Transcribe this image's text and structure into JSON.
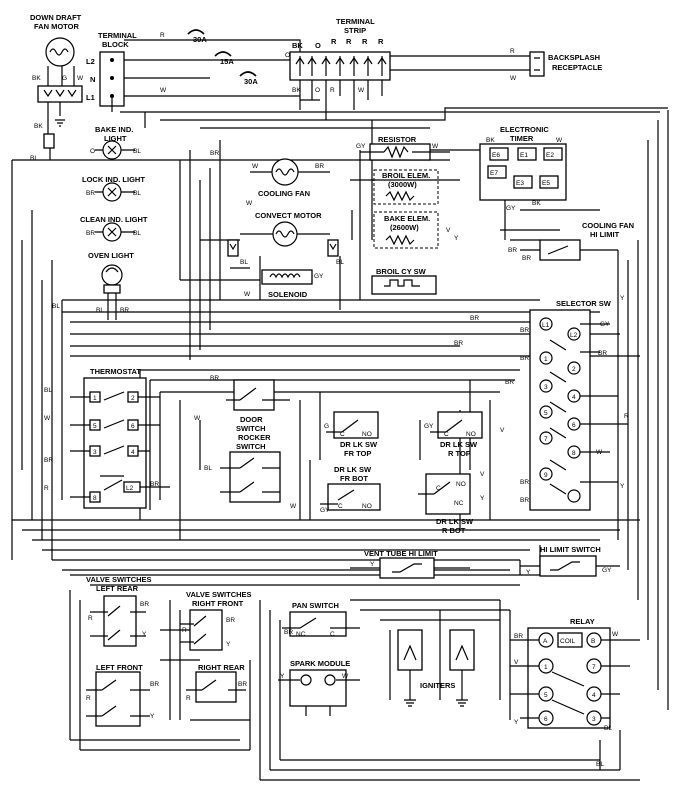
{
  "labels": {
    "down_draft_1": "DOWN DRAFT",
    "down_draft_2": "FAN MOTOR",
    "terminal_block_1": "TERMINAL",
    "terminal_block_2": "BLOCK",
    "terminal_strip_1": "TERMINAL",
    "terminal_strip_2": "STRIP",
    "backsplash_1": "BACKSPLASH",
    "backsplash_2": "RECEPTACLE",
    "bake_ind_1": "BAKE IND.",
    "bake_ind_2": "LIGHT",
    "lock_ind": "LOCK IND. LIGHT",
    "clean_ind": "CLEAN IND. LIGHT",
    "oven_light": "OVEN LIGHT",
    "cooling_fan": "COOLING FAN",
    "convect_motor": "CONVECT MOTOR",
    "solenoid": "SOLENOID",
    "resistor": "RESISTOR",
    "broil_elem_1": "BROIL ELEM.",
    "broil_elem_2": "(3000W)",
    "bake_elem_1": "BAKE ELEM.",
    "bake_elem_2": "(2600W)",
    "broil_cy_sw": "BROIL CY SW",
    "electronic_timer_1": "ELECTRONIC",
    "electronic_timer_2": "TIMER",
    "cooling_fan_hl_1": "COOLING FAN",
    "cooling_fan_hl_2": "HI LIMIT",
    "selector_sw": "SELECTOR SW",
    "thermostat": "THERMOSTAT",
    "door_switch_1": "DOOR",
    "door_switch_2": "SWITCH",
    "rocker_switch_1": "ROCKER",
    "rocker_switch_2": "SWITCH",
    "dr_lk_fr_top_l_1": "DR LK SW",
    "dr_lk_fr_top_l_2": "FR TOP",
    "dr_lk_r_top_1": "DR LK SW",
    "dr_lk_r_top_2": "R TOP",
    "dr_lk_fr_bot_1": "DR LK SW",
    "dr_lk_fr_bot_2": "FR BOT",
    "dr_lk_r_bot_1": "DR LK SW",
    "dr_lk_r_bot_2": "R BOT",
    "vent_tube": "VENT TUBE HI LIMIT",
    "hi_limit": "HI LIMIT SWITCH",
    "valve_lr_1": "VALVE SWITCHES",
    "valve_lr_2": "LEFT REAR",
    "valve_rf_1": "VALVE SWITCHES",
    "valve_rf_2": "RIGHT FRONT",
    "left_front": "LEFT FRONT",
    "right_rear": "RIGHT REAR",
    "pan_switch": "PAN SWITCH",
    "spark_module": "SPARK MODULE",
    "igniters": "IGNITERS",
    "relay": "RELAY"
  },
  "fuses": [
    "30A",
    "15A",
    "30A"
  ],
  "terminal_block_pins": [
    "L2",
    "N",
    "L1"
  ],
  "terminal_strip_pins": [
    "BK",
    "O",
    "R",
    "R",
    "R",
    "R"
  ],
  "timer_terminals": [
    "E6",
    "E1",
    "E2",
    "E7",
    "E3",
    "E5"
  ],
  "thermostat_pins": [
    "1",
    "2",
    "5",
    "6",
    "3",
    "4",
    "8",
    "L2"
  ],
  "selector_pins": [
    "L1",
    "L2",
    "1",
    "2",
    "3",
    "4",
    "5",
    "6",
    "7",
    "8",
    "9"
  ],
  "relay_pins": [
    "A",
    "COIL",
    "B",
    "1",
    "7",
    "5",
    "4",
    "6",
    "3"
  ],
  "switch_terminals": {
    "c": "C",
    "no": "NO",
    "nc": "NC"
  },
  "wire_colors": {
    "r": "R",
    "w": "W",
    "bk": "BK",
    "o": "O",
    "bl": "BL",
    "br": "BR",
    "gy": "GY",
    "y": "Y",
    "v": "V",
    "g": "G"
  }
}
